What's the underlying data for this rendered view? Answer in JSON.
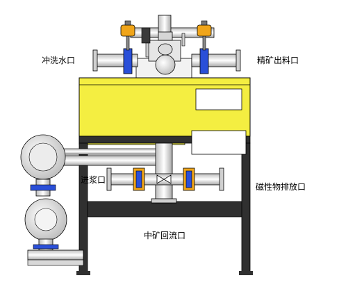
{
  "labels": {
    "flush_water_port": "冲洗水口",
    "concentrate_outlet": "精矿出料口",
    "slurry_inlet": "进浆口",
    "magnetic_discharge_port": "磁性物排放口",
    "middlings_return_port": "中矿回流口"
  },
  "colors": {
    "yellow_body": "#f4ee41",
    "outline": "#000000",
    "dark_frame": "#303030",
    "flange_blue": "#2a4fd8",
    "flange_orange": "#f0a51a",
    "pipe_gray": "#e8e8e8",
    "panel_white": "#ffffff"
  }
}
